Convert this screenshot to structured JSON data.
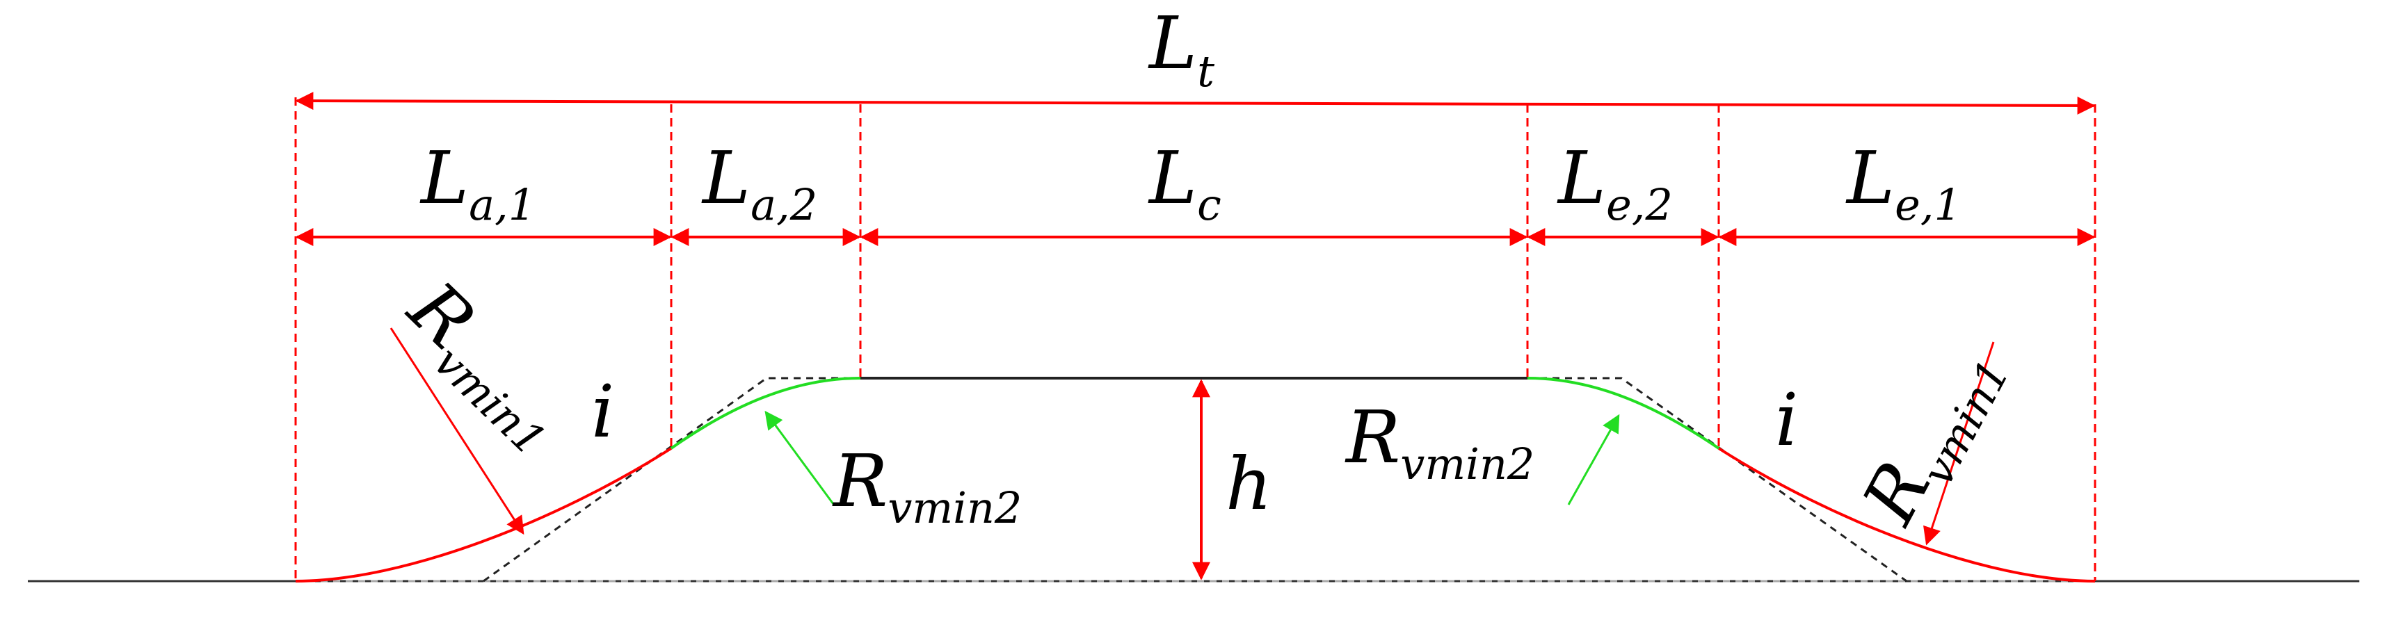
{
  "colors": {
    "dimension": "#ff0000",
    "guide": "#ff0000",
    "ground": "#333333",
    "dashed_profile": "#222222",
    "dashed_base": "#aaaaaa",
    "curve_outer": "#ff0000",
    "curve_inner": "#22dd22",
    "leader_inner": "#22dd22"
  },
  "labels": {
    "Lt": {
      "main": "L",
      "sub": "t"
    },
    "La1": {
      "main": "L",
      "sub": "a,1"
    },
    "La2": {
      "main": "L",
      "sub": "a,2"
    },
    "Lc": {
      "main": "L",
      "sub": "c"
    },
    "Le2": {
      "main": "L",
      "sub": "e,2"
    },
    "Le1": {
      "main": "L",
      "sub": "e,1"
    },
    "h": {
      "main": "h"
    },
    "i_left": {
      "main": "i"
    },
    "i_right": {
      "main": "i"
    },
    "Rvmin1_left": {
      "main": "R",
      "sub": "vmin1"
    },
    "Rvmin2_left": {
      "main": "R",
      "sub": "vmin2"
    },
    "Rvmin2_right": {
      "main": "R",
      "sub": "vmin2"
    },
    "Rvmin1_right": {
      "main": "R",
      "sub": "vmin1"
    }
  }
}
